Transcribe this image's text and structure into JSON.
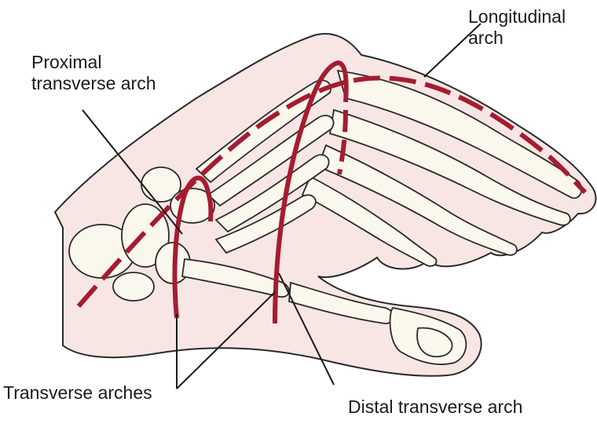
{
  "labels": {
    "longitudinal": "Longitudinal\narch",
    "proximal": "Proximal\ntransverse arch",
    "transverse": "Transverse arches",
    "distal": "Distal transverse arch"
  },
  "colors": {
    "arch": "#a51c30",
    "skin": "#f7e6e4",
    "bone": "#faf7ec"
  }
}
